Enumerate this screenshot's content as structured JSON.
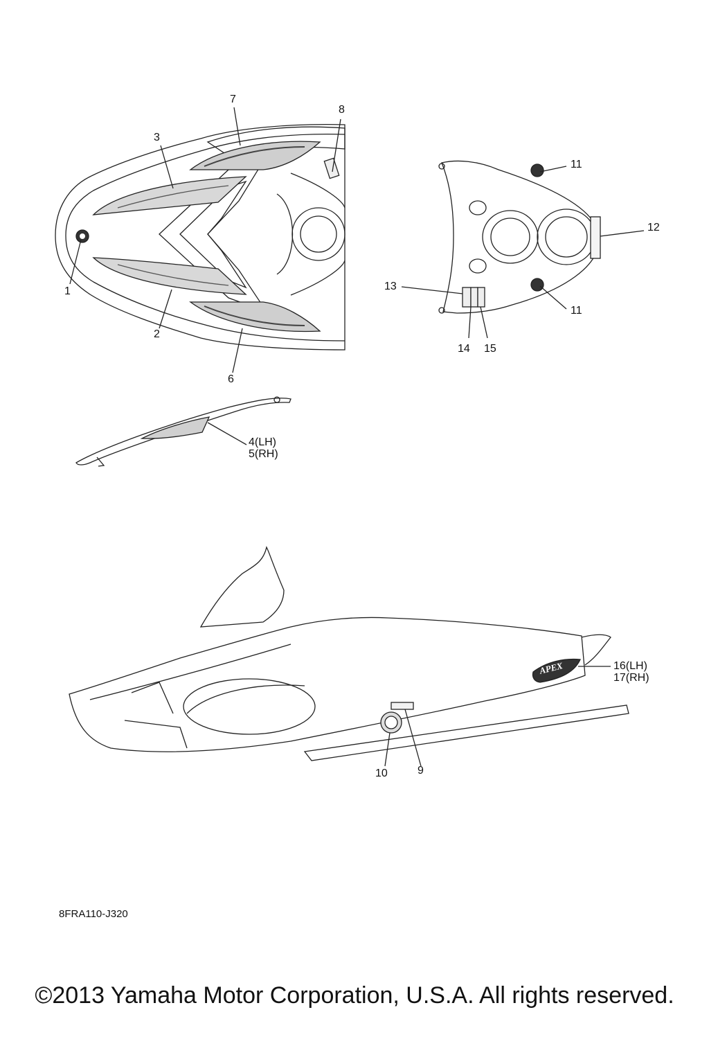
{
  "callouts": {
    "c1": "1",
    "c2": "2",
    "c3": "3",
    "c4": "4(LH)",
    "c5": "5(RH)",
    "c6": "6",
    "c7": "7",
    "c8": "8",
    "c9": "9",
    "c10": "10",
    "c11a": "11",
    "c11b": "11",
    "c12": "12",
    "c13": "13",
    "c14": "14",
    "c15": "15",
    "c16": "16(LH)",
    "c17": "17(RH)"
  },
  "diagram_code": "8FRA110-J320",
  "decal_badge_text": "APEX",
  "copyright": "©2013 Yamaha Motor Corporation, U.S.A. All rights reserved."
}
